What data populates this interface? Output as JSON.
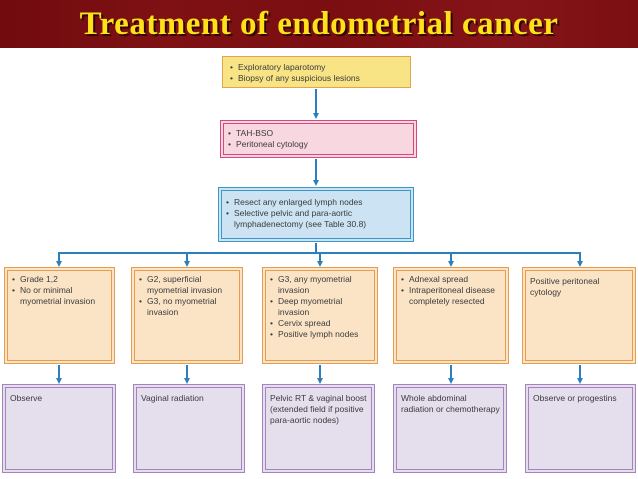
{
  "slide": {
    "title": "Treatment of endometrial cancer"
  },
  "flow": {
    "step1": {
      "items": [
        "Exploratory laparotomy",
        "Biopsy of any suspicious lesions"
      ]
    },
    "step2": {
      "items": [
        "TAH-BSO",
        "Peritoneal cytology"
      ]
    },
    "step3": {
      "items": [
        "Resect any enlarged lymph nodes",
        "Selective pelvic and para-aortic lymphadenectomy (see Table 30.8)"
      ]
    },
    "branches": [
      {
        "condition": {
          "items": [
            "Grade 1,2",
            "No or minimal myometrial invasion"
          ]
        },
        "treatment": "Observe"
      },
      {
        "condition": {
          "items": [
            "G2, superficial myometrial invasion",
            "G3, no myometrial invasion"
          ]
        },
        "treatment": "Vaginal radiation"
      },
      {
        "condition": {
          "items": [
            "G3, any myometrial invasion",
            "Deep myometrial invasion",
            "Cervix spread",
            "Positive lymph nodes"
          ]
        },
        "treatment": "Pelvic RT & vaginal boost (extended field if positive para-aortic nodes)"
      },
      {
        "condition": {
          "items": [
            "Adnexal spread",
            "Intraperitoneal disease completely resected"
          ]
        },
        "treatment": "Whole abdominal radiation or chemotherapy"
      },
      {
        "condition": {
          "items": [
            "Positive peritoneal cytology"
          ]
        },
        "treatment": "Observe or progestins"
      }
    ]
  },
  "colors": {
    "title_bar_bg": "#7B0E11",
    "title_text": "#FFE11A",
    "step1_fill": "#F8E385",
    "step1_border": "#DFA64E",
    "step2_fill": "#F8D7E1",
    "step2_border": "#D9477F",
    "step3_fill": "#CBE3F2",
    "step3_border": "#3D97C9",
    "condition_fill": "#FBE4C6",
    "condition_border": "#E89C4F",
    "treatment_fill": "#E5DEED",
    "treatment_border": "#A583BD",
    "connector": "#2B7FBD",
    "text": "#3B3B3B"
  }
}
